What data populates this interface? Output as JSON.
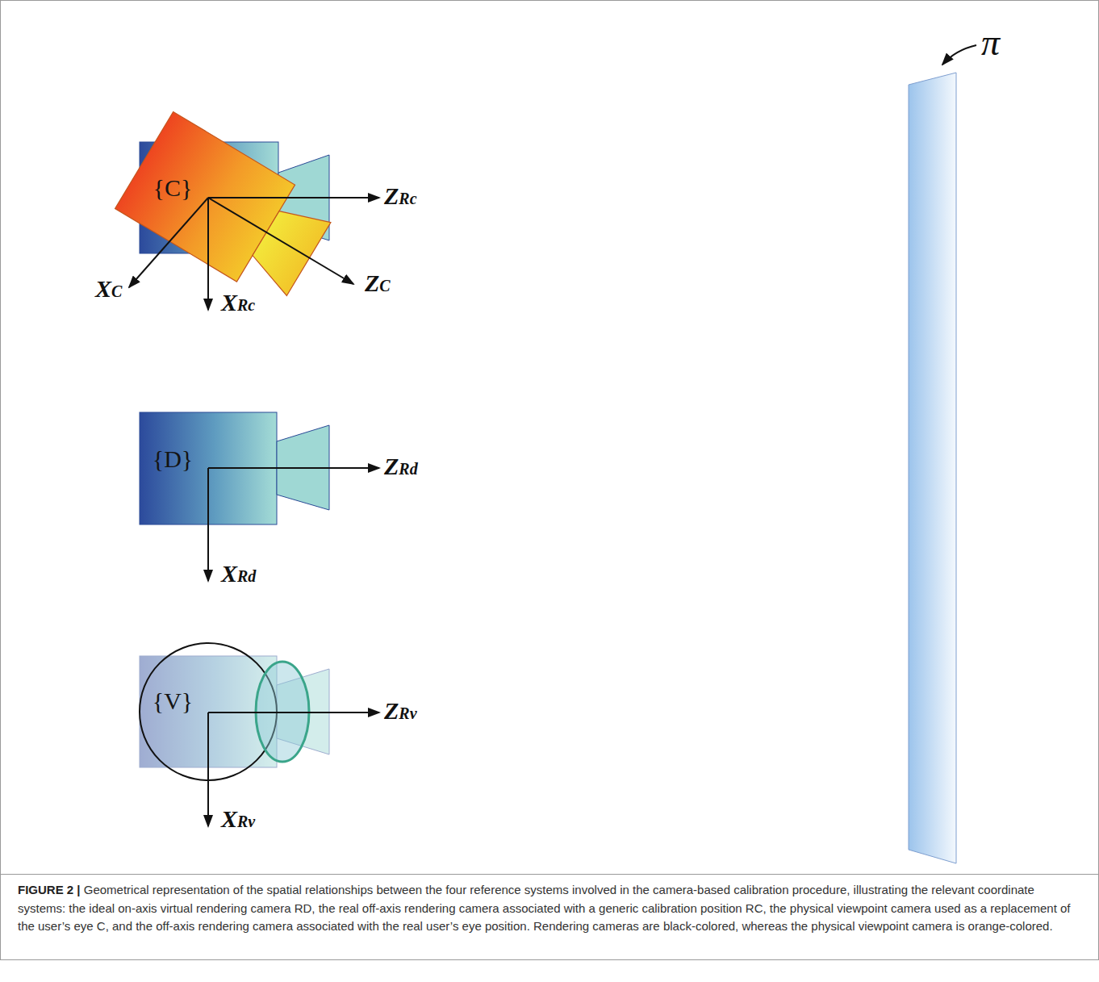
{
  "diagram": {
    "caption": "FIGURE 2 | Geometrical representation of the spatial relationships between the four reference systems involved in the camera-based calibration procedure, illustrating the relevant coordinate systems: the ideal on-axis virtual rendering camera RD, the real off-axis rendering camera associated with a generic calibration position RC, the physical viewpoint camera used as a replacement of the user’s eye C, and the off-axis rendering camera associated with the real user’s eye position. Rendering cameras are black-colored, whereas the physical viewpoint camera is orange-colored.",
    "nodes": [
      {
        "text": [
          "{C}"
        ]
      },
      {
        "text": [
          "{D}"
        ]
      },
      {
        "text": [
          "{V}"
        ]
      }
    ],
    "labels": [
      "π",
      "ZRc",
      "XC",
      "XRc",
      "ZC",
      "ZRd",
      "XRd",
      "ZRv",
      "XRv"
    ]
  }
}
